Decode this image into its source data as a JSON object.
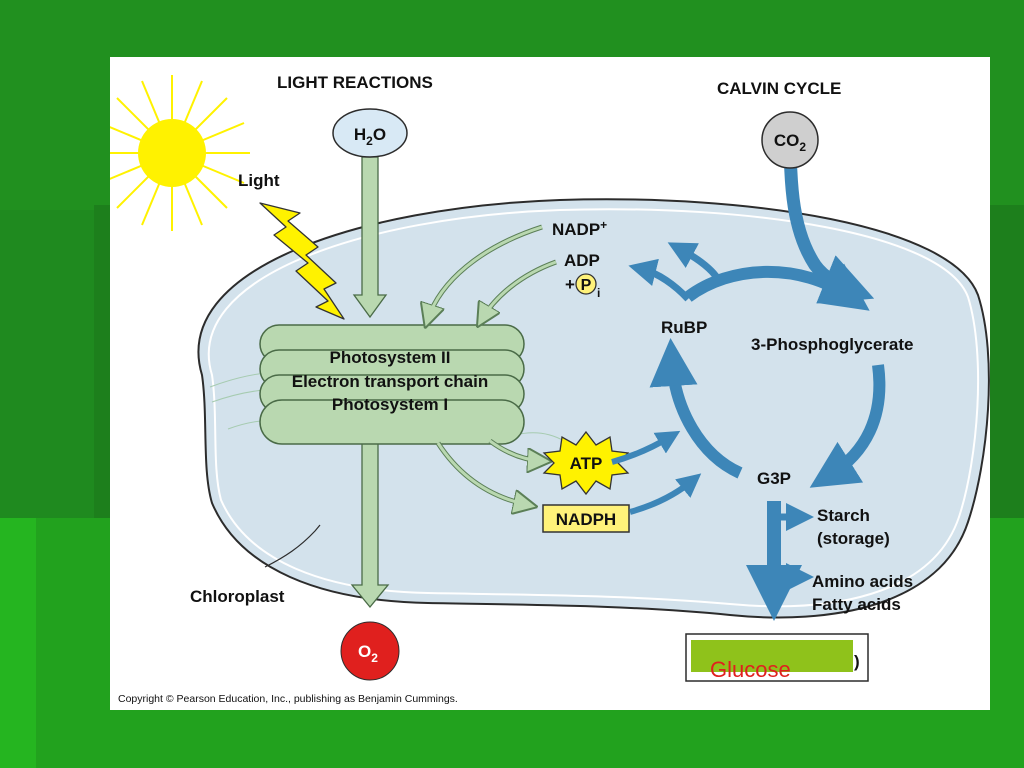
{
  "slide": {
    "colors": {
      "background": "#1f8a1f",
      "panel": "#ffffff",
      "stroma": "#d3e2ec",
      "arrow_blue": "#3d86b8",
      "arrow_green": "#b9d8b0",
      "yellow": "#fff200",
      "red": "#e0201e"
    }
  },
  "figure": {
    "light_reactions_title": "LIGHT REACTIONS",
    "calvin_cycle_title": "CALVIN CYCLE",
    "h2o": {
      "main": "H",
      "sub": "2",
      "tail": "O"
    },
    "co2": {
      "main": "CO",
      "sub": "2"
    },
    "o2": {
      "main": "O",
      "sub": "2"
    },
    "light": "Light",
    "nadp_plus": {
      "main": "NADP",
      "sup": "+"
    },
    "adp": "ADP",
    "pi": {
      "prefix": "+",
      "p": "P",
      "sub": "i"
    },
    "rubp": "RuBP",
    "phosphoglycerate": "3-Phosphoglycerate",
    "thylakoid_lines": [
      "Photosystem II",
      "Electron transport chain",
      "Photosystem I"
    ],
    "atp": "ATP",
    "nadph": "NADPH",
    "g3p": "G3P",
    "starch": "Starch",
    "storage": "(storage)",
    "amino_acids": "Amino acids",
    "fatty_acids": "Fatty acids",
    "chloroplast": "Chloroplast",
    "sucrose_paren": ")",
    "glucose": "Glucose",
    "copyright": "Copyright © Pearson Education, Inc., publishing as Benjamin Cummings."
  }
}
